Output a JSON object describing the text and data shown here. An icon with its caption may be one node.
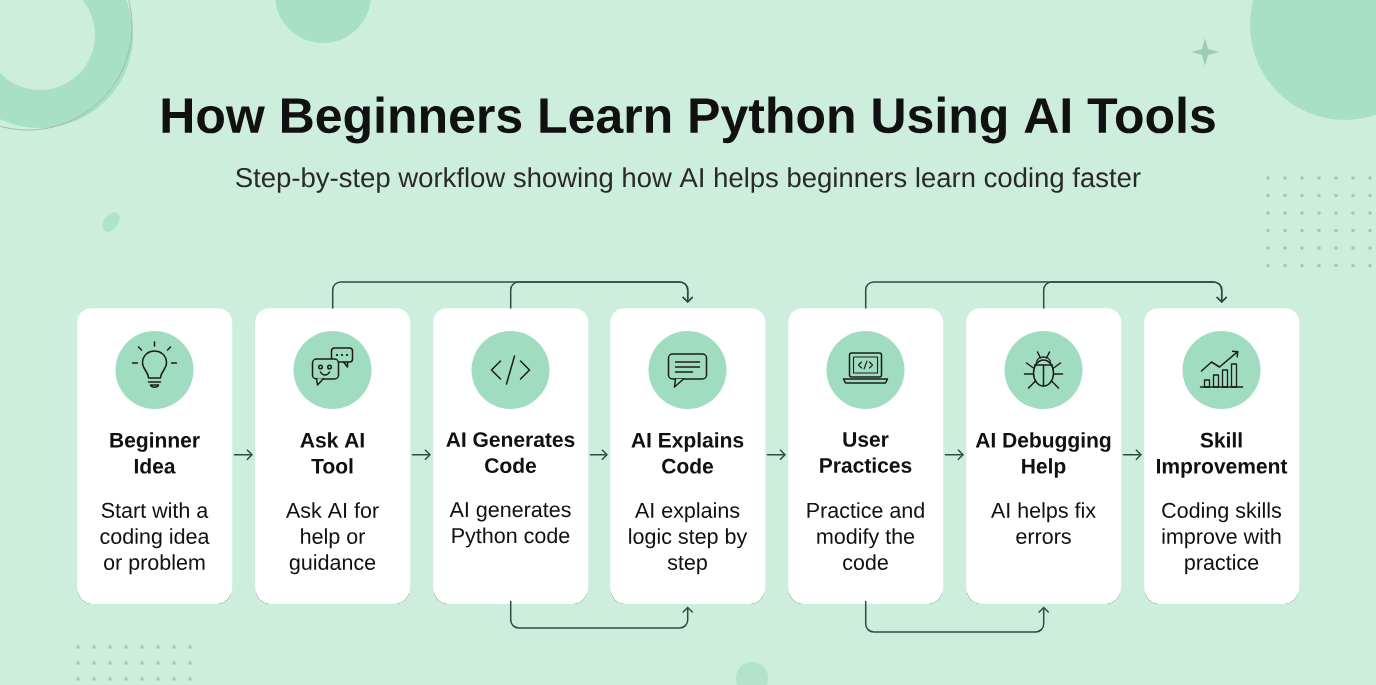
{
  "diagram": {
    "title": "How Beginners Learn Python Using AI Tools",
    "nodes": [
      {
        "text": [
          "Beginner Idea",
          "Start with a coding idea or problem"
        ]
      },
      {
        "text": [
          "Ask AI Tool",
          "Ask AI for help or guidance"
        ]
      },
      {
        "text": [
          "AI Generates Code",
          "AI generates Python code"
        ]
      },
      {
        "text": [
          "AI Explains Code",
          "AI explains logic step by step"
        ]
      },
      {
        "text": [
          "User Practices",
          "Practice and modify the code"
        ]
      },
      {
        "text": [
          "AI Debugging Help",
          "AI helps fix errors"
        ]
      },
      {
        "text": [
          "Skill Improvement",
          "Coding skills improve with practice"
        ]
      }
    ],
    "edges": [
      {
        "from": 0,
        "to": 1,
        "arrow": "to"
      },
      {
        "from": 1,
        "to": 2,
        "arrow": "to"
      },
      {
        "from": 2,
        "to": 3,
        "arrow": "to"
      },
      {
        "from": 3,
        "to": 4,
        "arrow": "to"
      },
      {
        "from": 4,
        "to": 5,
        "arrow": "to"
      },
      {
        "from": 5,
        "to": 6,
        "arrow": "to"
      },
      {
        "from": 1,
        "to": 3,
        "arrow": "to"
      },
      {
        "from": 2,
        "to": 3,
        "arrow": "to"
      },
      {
        "from": 4,
        "to": 6,
        "arrow": "to"
      },
      {
        "from": 5,
        "to": 6,
        "arrow": "to"
      },
      {
        "from": 2,
        "to": 3,
        "arrow": "to"
      },
      {
        "from": 4,
        "to": 5,
        "arrow": "to"
      }
    ],
    "labels": [
      "Step-by-step workflow showing how AI helps beginners learn coding faster"
    ]
  }
}
